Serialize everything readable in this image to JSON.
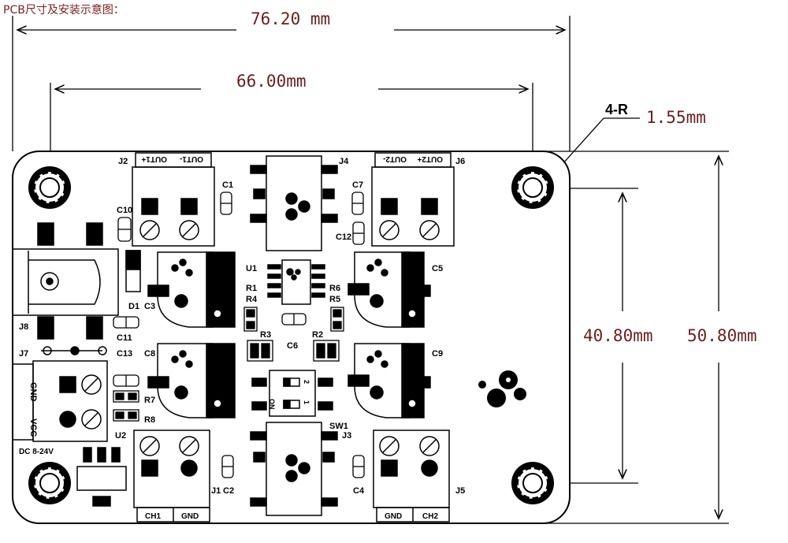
{
  "title": "PCB尺寸及安装示意图：",
  "dimensions": {
    "overall_width": "76.20 mm",
    "hole_spacing_x": "66.00mm",
    "hole_radius_label": "4-R",
    "hole_radius_value": "1.55mm",
    "hole_spacing_y": "40.80mm",
    "overall_height": "50.80mm"
  },
  "components": {
    "J2": "J2",
    "J4": "J4",
    "J6": "J6",
    "J8": "J8",
    "J7": "J7",
    "J1": "J1",
    "J3": "J3",
    "J5": "J5",
    "C1": "C1",
    "C2": "C2",
    "C3": "C3",
    "C4": "C4",
    "C5": "C5",
    "C6": "C6",
    "C7": "C7",
    "C8": "C8",
    "C9": "C9",
    "C10": "C10",
    "C11": "C11",
    "C12": "C12",
    "C13": "C13",
    "R1": "R1",
    "R2": "R2",
    "R3": "R3",
    "R4": "R4",
    "R5": "R5",
    "R6": "R6",
    "R7": "R7",
    "R8": "R8",
    "D1": "D1",
    "U1": "U1",
    "U2": "U2",
    "SW1": "SW1"
  },
  "silkscreen": {
    "out1_plus": "OUT1+",
    "out1_minus": "OUT1-",
    "out2_minus": "OUT2-",
    "out2_plus": "OUT2+",
    "ch1": "CH1",
    "gnd_left": "GND",
    "gnd_right": "GND",
    "ch2": "CH2",
    "gnd_vertical": "GND",
    "vcc_vertical": "VCC",
    "dc_range": "DC 8-24V",
    "sw_on": "ON",
    "sw_1": "1",
    "sw_2": "2"
  }
}
